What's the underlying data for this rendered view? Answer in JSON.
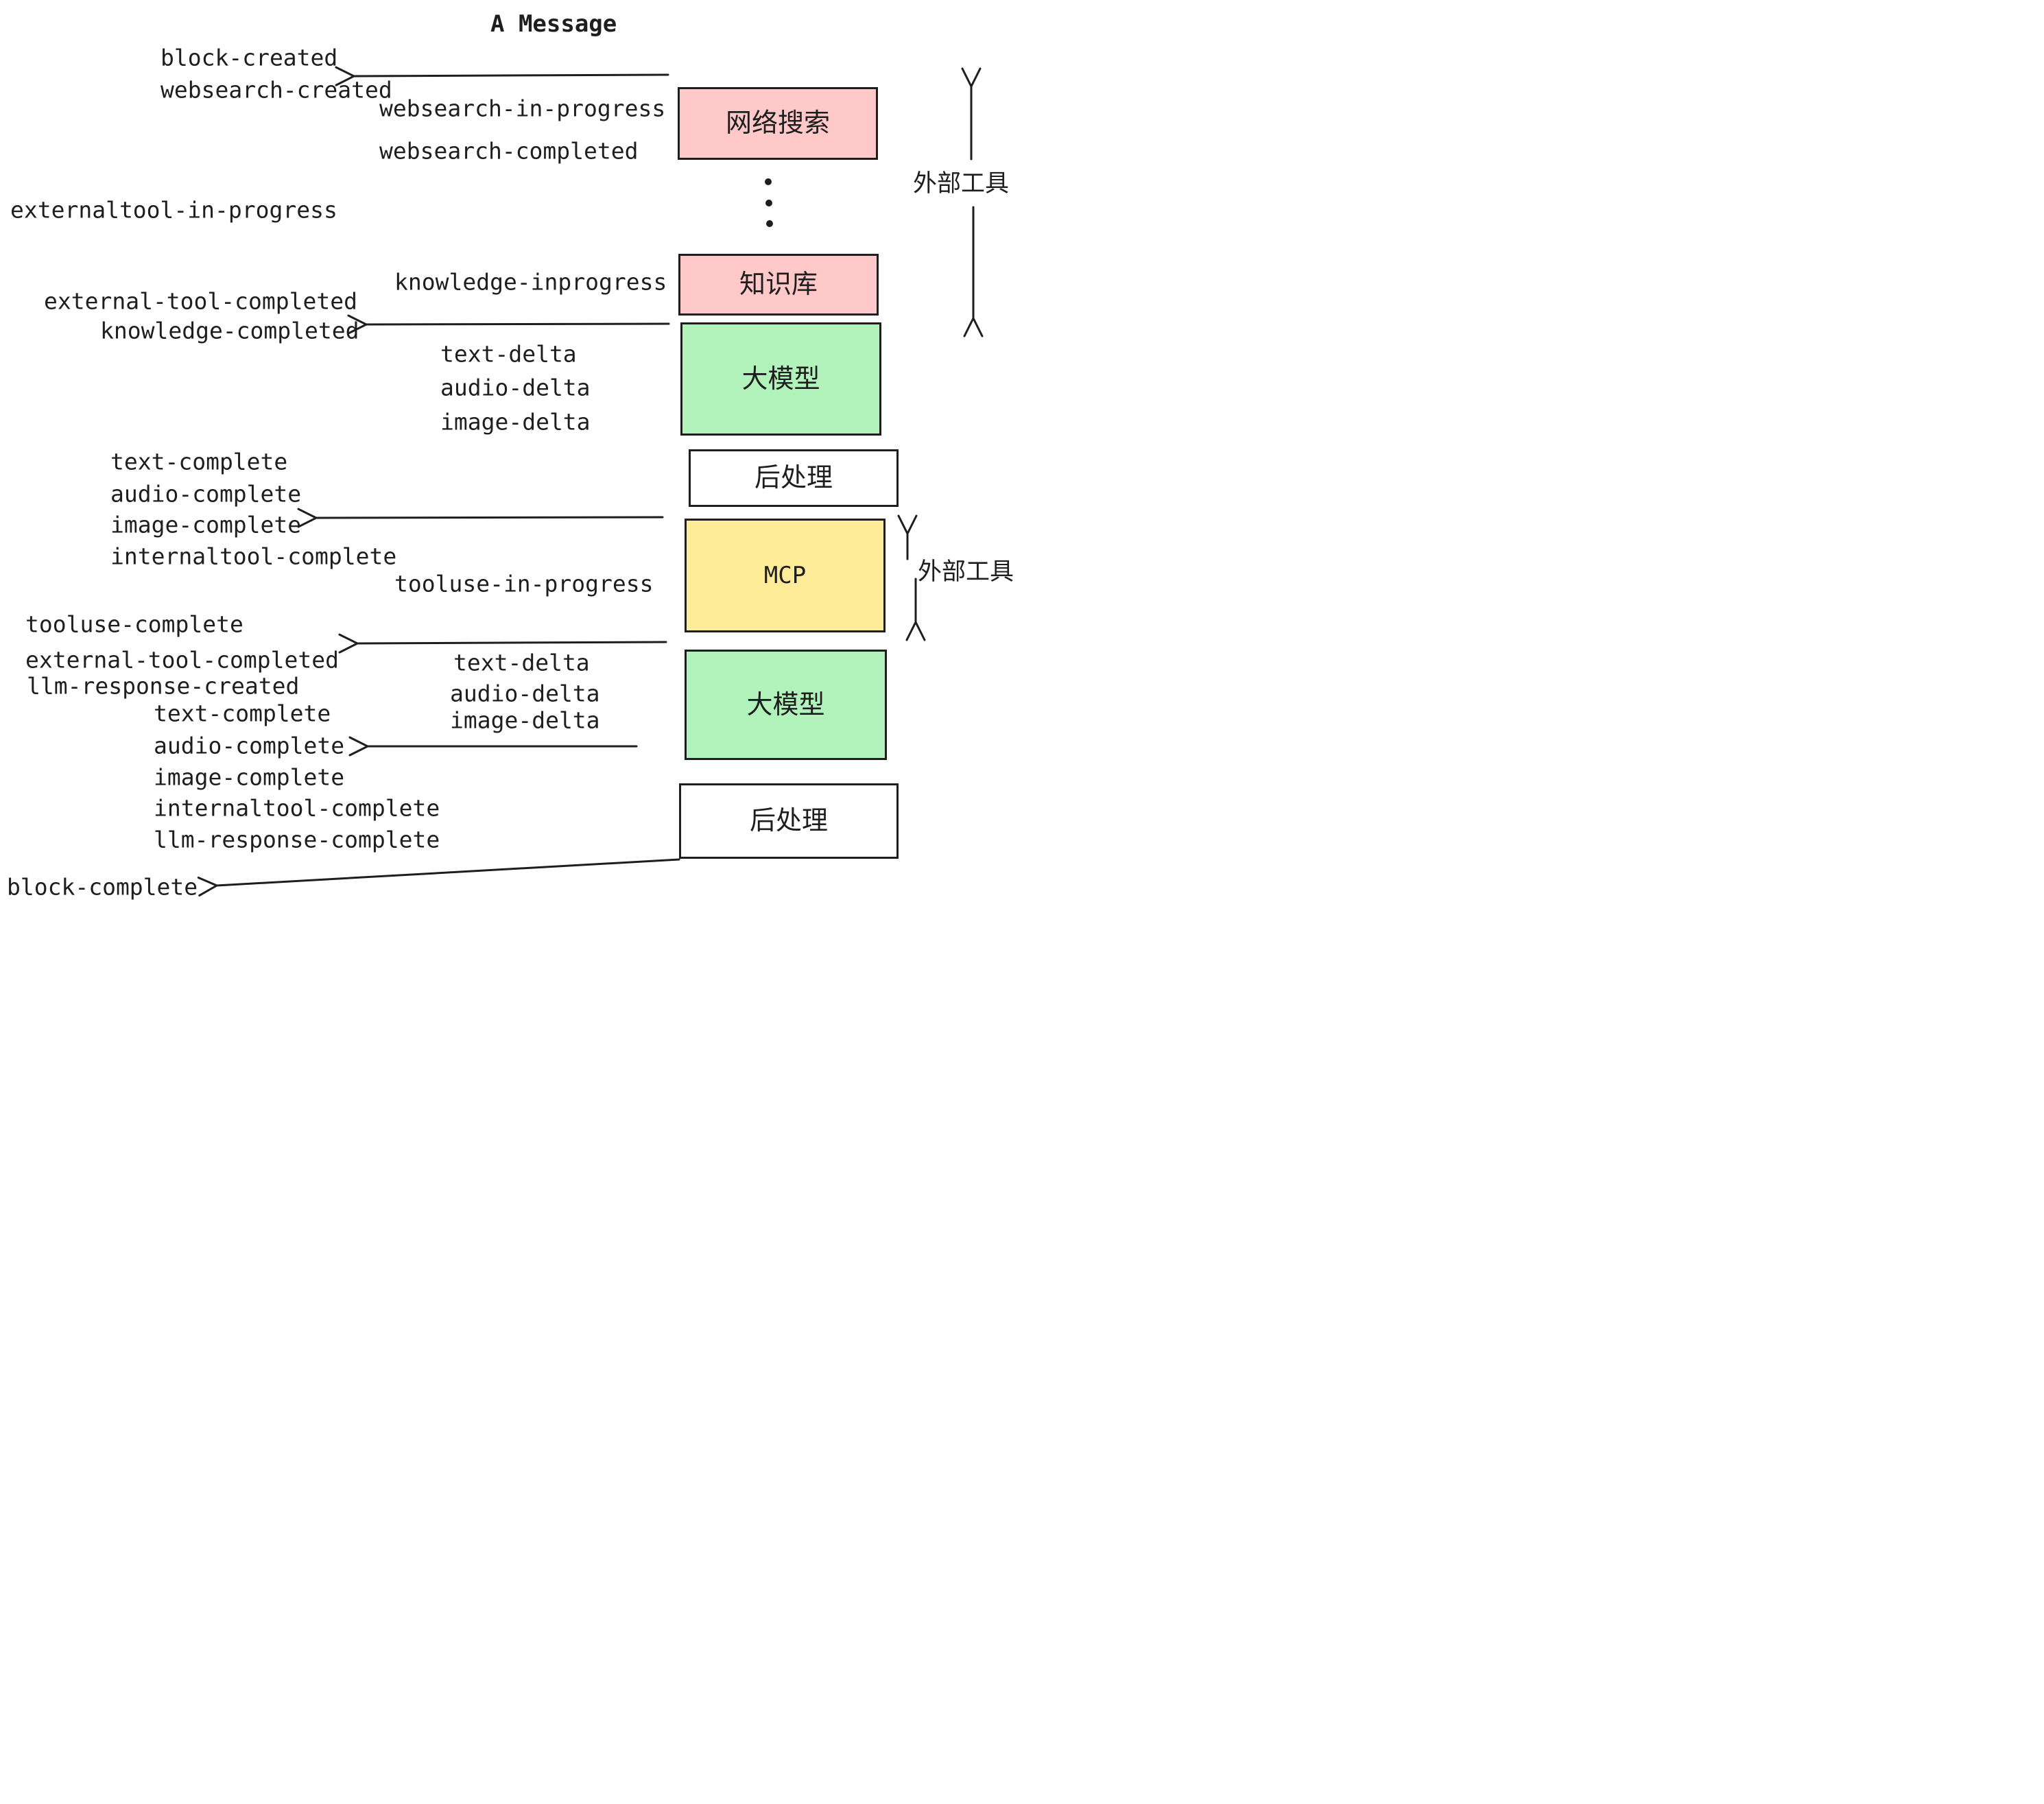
{
  "title": "A Message",
  "colors": {
    "ink": "#1e1e1e",
    "pink": "#ffc9c9",
    "green": "#b2f2bb",
    "yellow": "#ffec99",
    "white": "#ffffff"
  },
  "boxes": [
    {
      "id": "websearch",
      "label": "网络搜索",
      "color": "#ffc9c9"
    },
    {
      "id": "knowledge",
      "label": "知识库",
      "color": "#ffc9c9"
    },
    {
      "id": "llm-1",
      "label": "大模型",
      "color": "#b2f2bb"
    },
    {
      "id": "post-1",
      "label": "后处理",
      "color": "#ffffff"
    },
    {
      "id": "mcp",
      "label": "MCP",
      "color": "#ffec99"
    },
    {
      "id": "llm-2",
      "label": "大模型",
      "color": "#b2f2bb"
    },
    {
      "id": "post-2",
      "label": "后处理",
      "color": "#ffffff"
    }
  ],
  "side_labels": [
    {
      "id": "external-tools-top",
      "label": "外部工具"
    },
    {
      "id": "external-tools-mid",
      "label": "外部工具"
    }
  ],
  "events": [
    {
      "id": "block-created",
      "label": "block-created"
    },
    {
      "id": "websearch-created",
      "label": "websearch-created"
    },
    {
      "id": "websearch-in-progress",
      "label": "websearch-in-progress"
    },
    {
      "id": "websearch-completed",
      "label": "websearch-completed"
    },
    {
      "id": "externaltool-in-progress",
      "label": "externaltool-in-progress"
    },
    {
      "id": "knowledge-inprogress",
      "label": "knowledge-inprogress"
    },
    {
      "id": "external-tool-completed",
      "label": "external-tool-completed"
    },
    {
      "id": "knowledge-completed",
      "label": "knowledge-completed"
    },
    {
      "id": "text-delta",
      "label": "text-delta"
    },
    {
      "id": "audio-delta",
      "label": "audio-delta"
    },
    {
      "id": "image-delta",
      "label": "image-delta"
    },
    {
      "id": "text-complete",
      "label": "text-complete"
    },
    {
      "id": "audio-complete",
      "label": "audio-complete"
    },
    {
      "id": "image-complete",
      "label": "image-complete"
    },
    {
      "id": "internaltool-complete",
      "label": "internaltool-complete"
    },
    {
      "id": "tooluse-in-progress",
      "label": "tooluse-in-progress"
    },
    {
      "id": "tooluse-complete",
      "label": "tooluse-complete"
    },
    {
      "id": "external-tool-completed-2",
      "label": "external-tool-completed"
    },
    {
      "id": "llm-response-created",
      "label": "llm-response-created"
    },
    {
      "id": "text-complete-2",
      "label": "text-complete"
    },
    {
      "id": "audio-complete-2",
      "label": "audio-complete"
    },
    {
      "id": "image-complete-2",
      "label": "image-complete"
    },
    {
      "id": "internaltool-complete-2",
      "label": "internaltool-complete"
    },
    {
      "id": "llm-response-complete",
      "label": "llm-response-complete"
    },
    {
      "id": "block-complete",
      "label": "block-complete"
    }
  ]
}
